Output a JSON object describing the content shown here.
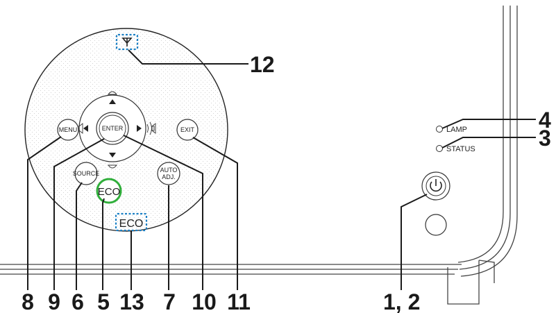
{
  "buttons": {
    "menu": "MENU",
    "exit": "EXIT",
    "enter": "ENTER",
    "source": "SOURCE",
    "auto_adj_line1": "AUTO",
    "auto_adj_line2": "ADJ.",
    "eco": "ECO",
    "eco_indicator": "ECO"
  },
  "indicators": {
    "lamp": "LAMP",
    "status": "STATUS"
  },
  "callouts": {
    "c1_2": "1, 2",
    "c3": "3",
    "c4": "4",
    "c5": "5",
    "c6": "6",
    "c7": "7",
    "c8": "8",
    "c9": "9",
    "c10": "10",
    "c11": "11",
    "c12": "12",
    "c13": "13"
  },
  "colors": {
    "eco_ring": "#2fae3a",
    "dotted_highlight": "#1a7fc4"
  },
  "icons": {
    "remote_sensor": "antenna-icon",
    "power": "power-icon",
    "volume_down": "speaker-low-icon",
    "volume_up": "speaker-high-icon"
  }
}
